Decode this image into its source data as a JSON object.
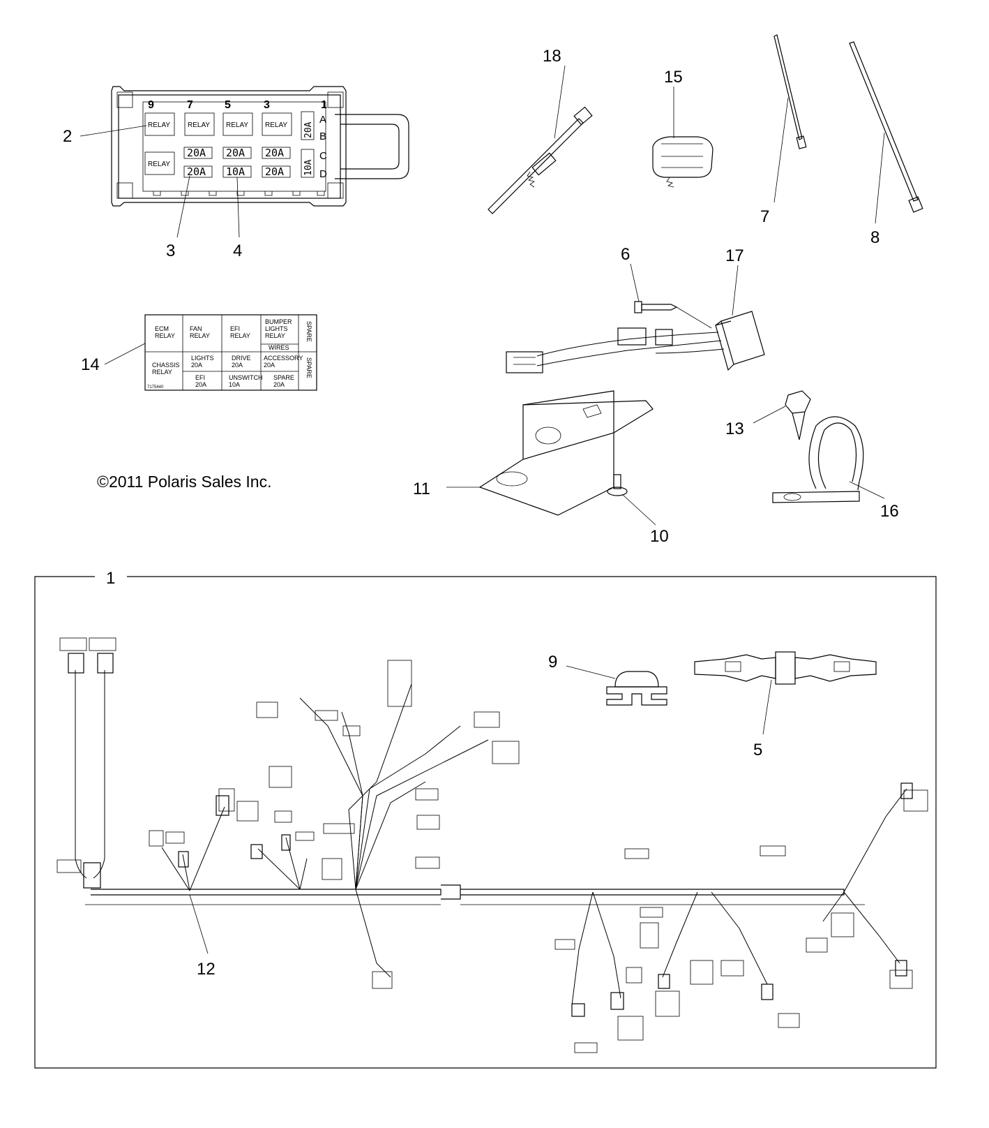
{
  "copyright": "©2011 Polaris Sales Inc.",
  "callouts": {
    "c1": "1",
    "c2": "2",
    "c3": "3",
    "c4": "4",
    "c5": "5",
    "c6": "6",
    "c7": "7",
    "c8": "8",
    "c9": "9",
    "c10": "10",
    "c11": "11",
    "c12": "12",
    "c13": "13",
    "c14": "14",
    "c15": "15",
    "c16": "16",
    "c17": "17",
    "c18": "18"
  },
  "fuse_box": {
    "column_numbers": [
      "9",
      "7",
      "5",
      "3",
      "1"
    ],
    "row_letters": [
      "A",
      "B",
      "C",
      "D"
    ],
    "relay_label": "RELAY",
    "fuse_row_c": [
      "20A",
      "20A",
      "20A"
    ],
    "fuse_row_d": [
      "20A",
      "10A",
      "20A"
    ],
    "side_fuse_top": "20A",
    "side_fuse_bottom": "10A"
  },
  "fuse_label": {
    "cells": {
      "ecm_relay": "ECM\nRELAY",
      "fan_relay": "FAN\nRELAY",
      "efi_relay": "EFI\nRELAY",
      "bumper_lights_relay": "BUMPER\nLIGHTS\nRELAY",
      "spare_top": "SPARE",
      "wires": "WIRES",
      "chassis_relay": "CHASSIS\nRELAY",
      "lights": "LIGHTS\n20A",
      "drive": "DRIVE\n20A",
      "accessory": "ACCESSORY\n20A",
      "spare_bottom": "SPARE",
      "efi_20a": "EFI\n20A",
      "unswitch": "UNSWITCH\n10A",
      "spare_20a": "SPARE\n20A",
      "part_no": "7175440"
    }
  },
  "colors": {
    "line": "#000000",
    "background": "#ffffff"
  }
}
